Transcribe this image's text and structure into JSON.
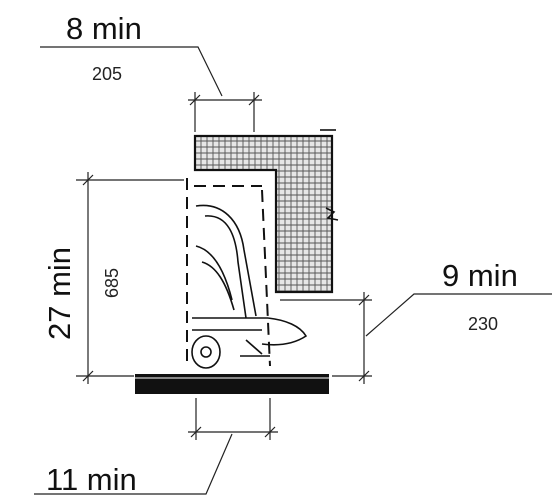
{
  "dimensions": {
    "top": {
      "label": "8 min",
      "metric": "205"
    },
    "height": {
      "label": "27 min",
      "metric": "685"
    },
    "right": {
      "label": "9 min",
      "metric": "230"
    },
    "bottom": {
      "label": "11 min"
    }
  },
  "colors": {
    "line": "#111111",
    "hatch_fill": "#d9d9d9",
    "background": "#ffffff"
  }
}
